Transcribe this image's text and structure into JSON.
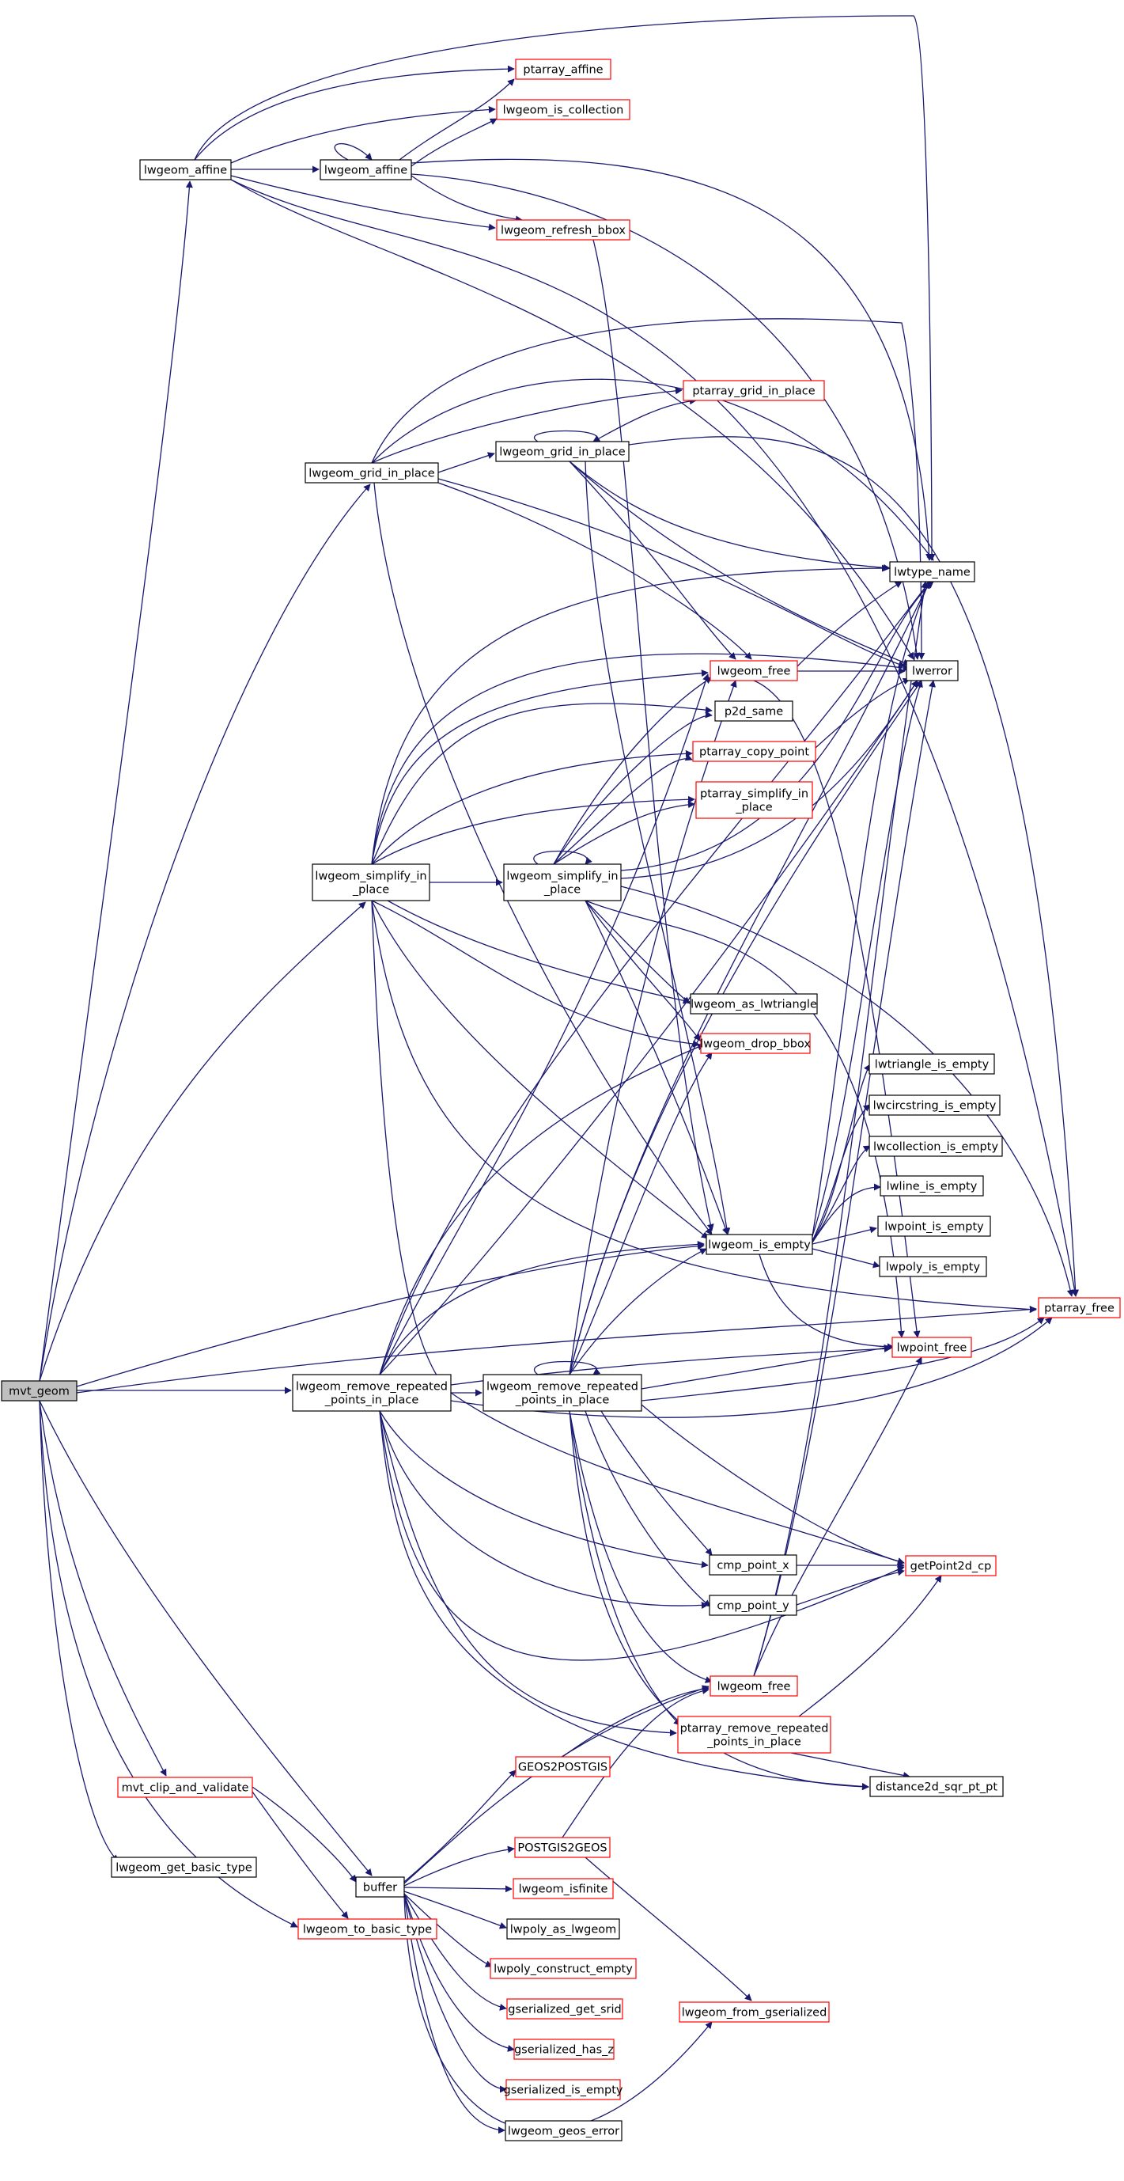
{
  "colors": {
    "edge": "#191970",
    "node_border": "#000000",
    "link_border": "#ff0000",
    "root_fill": "#bfbfbf"
  },
  "nodes": [
    {
      "id": "mvt_geom",
      "lines": [
        "mvt_geom"
      ],
      "style": "root"
    },
    {
      "id": "lwgeom_affine",
      "lines": [
        "lwgeom_affine"
      ],
      "style": "normal"
    },
    {
      "id": "lwgeom_affine2",
      "lines": [
        "lwgeom_affine"
      ],
      "style": "normal"
    },
    {
      "id": "ptarray_affine",
      "lines": [
        "ptarray_affine"
      ],
      "style": "red"
    },
    {
      "id": "lwgeom_is_collection",
      "lines": [
        "lwgeom_is_collection"
      ],
      "style": "red"
    },
    {
      "id": "lwgeom_refresh_bbox",
      "lines": [
        "lwgeom_refresh_bbox"
      ],
      "style": "red"
    },
    {
      "id": "lwgeom_grid_in_place",
      "lines": [
        "lwgeom_grid_in_place"
      ],
      "style": "normal"
    },
    {
      "id": "lwgeom_grid_in_place2",
      "lines": [
        "lwgeom_grid_in_place"
      ],
      "style": "normal"
    },
    {
      "id": "ptarray_grid_in_place",
      "lines": [
        "ptarray_grid_in_place"
      ],
      "style": "red"
    },
    {
      "id": "lwtype_name",
      "lines": [
        "lwtype_name"
      ],
      "style": "normal"
    },
    {
      "id": "lwgeom_free",
      "lines": [
        "lwgeom_free"
      ],
      "style": "red"
    },
    {
      "id": "lwerror",
      "lines": [
        "lwerror"
      ],
      "style": "normal"
    },
    {
      "id": "p2d_same",
      "lines": [
        "p2d_same"
      ],
      "style": "normal"
    },
    {
      "id": "ptarray_copy_point",
      "lines": [
        "ptarray_copy_point"
      ],
      "style": "red"
    },
    {
      "id": "ptarray_simplify_in_place",
      "lines": [
        "ptarray_simplify_in",
        "_place"
      ],
      "style": "red"
    },
    {
      "id": "lwgeom_simplify_in_place",
      "lines": [
        "lwgeom_simplify_in",
        "_place"
      ],
      "style": "normal"
    },
    {
      "id": "lwgeom_simplify_in_place2",
      "lines": [
        "lwgeom_simplify_in",
        "_place"
      ],
      "style": "normal"
    },
    {
      "id": "lwgeom_as_lwtriangle",
      "lines": [
        "lwgeom_as_lwtriangle"
      ],
      "style": "normal"
    },
    {
      "id": "lwgeom_drop_bbox",
      "lines": [
        "lwgeom_drop_bbox"
      ],
      "style": "red"
    },
    {
      "id": "lwtriangle_is_empty",
      "lines": [
        "lwtriangle_is_empty"
      ],
      "style": "normal"
    },
    {
      "id": "lwcircstring_is_empty",
      "lines": [
        "lwcircstring_is_empty"
      ],
      "style": "normal"
    },
    {
      "id": "lwcollection_is_empty",
      "lines": [
        "lwcollection_is_empty"
      ],
      "style": "normal"
    },
    {
      "id": "lwline_is_empty",
      "lines": [
        "lwline_is_empty"
      ],
      "style": "normal"
    },
    {
      "id": "lwgeom_is_empty",
      "lines": [
        "lwgeom_is_empty"
      ],
      "style": "normal"
    },
    {
      "id": "lwpoint_is_empty",
      "lines": [
        "lwpoint_is_empty"
      ],
      "style": "normal"
    },
    {
      "id": "lwpoly_is_empty",
      "lines": [
        "lwpoly_is_empty"
      ],
      "style": "normal"
    },
    {
      "id": "ptarray_free",
      "lines": [
        "ptarray_free"
      ],
      "style": "red"
    },
    {
      "id": "lwpoint_free",
      "lines": [
        "lwpoint_free"
      ],
      "style": "red"
    },
    {
      "id": "lwgeom_remove_repeated_points_in_place",
      "lines": [
        "lwgeom_remove_repeated",
        "_points_in_place"
      ],
      "style": "normal"
    },
    {
      "id": "lwgeom_remove_repeated_points_in_place2",
      "lines": [
        "lwgeom_remove_repeated",
        "_points_in_place"
      ],
      "style": "normal"
    },
    {
      "id": "cmp_point_x",
      "lines": [
        "cmp_point_x"
      ],
      "style": "normal"
    },
    {
      "id": "getPoint2d_cp",
      "lines": [
        "getPoint2d_cp"
      ],
      "style": "red"
    },
    {
      "id": "cmp_point_y",
      "lines": [
        "cmp_point_y"
      ],
      "style": "normal"
    },
    {
      "id": "lwgeom_free2",
      "lines": [
        "lwgeom_free"
      ],
      "style": "red"
    },
    {
      "id": "ptarray_remove_repeated_points_in_place",
      "lines": [
        "ptarray_remove_repeated",
        "_points_in_place"
      ],
      "style": "red"
    },
    {
      "id": "GEOS2POSTGIS",
      "lines": [
        "GEOS2POSTGIS"
      ],
      "style": "red"
    },
    {
      "id": "distance2d_sqr_pt_pt",
      "lines": [
        "distance2d_sqr_pt_pt"
      ],
      "style": "normal"
    },
    {
      "id": "mvt_clip_and_validate",
      "lines": [
        "mvt_clip_and_validate"
      ],
      "style": "red"
    },
    {
      "id": "POSTGIS2GEOS",
      "lines": [
        "POSTGIS2GEOS"
      ],
      "style": "red"
    },
    {
      "id": "lwgeom_get_basic_type",
      "lines": [
        "lwgeom_get_basic_type"
      ],
      "style": "normal"
    },
    {
      "id": "buffer",
      "lines": [
        "buffer"
      ],
      "style": "normal"
    },
    {
      "id": "lwgeom_isfinite",
      "lines": [
        "lwgeom_isfinite"
      ],
      "style": "red"
    },
    {
      "id": "lwgeom_to_basic_type",
      "lines": [
        "lwgeom_to_basic_type"
      ],
      "style": "red"
    },
    {
      "id": "lwpoly_as_lwgeom",
      "lines": [
        "lwpoly_as_lwgeom"
      ],
      "style": "normal"
    },
    {
      "id": "lwpoly_construct_empty",
      "lines": [
        "lwpoly_construct_empty"
      ],
      "style": "red"
    },
    {
      "id": "lwgeom_from_gserialized",
      "lines": [
        "lwgeom_from_gserialized"
      ],
      "style": "red"
    },
    {
      "id": "gserialized_get_srid",
      "lines": [
        "gserialized_get_srid"
      ],
      "style": "red"
    },
    {
      "id": "gserialized_has_z",
      "lines": [
        "gserialized_has_z"
      ],
      "style": "red"
    },
    {
      "id": "gserialized_is_empty",
      "lines": [
        "gserialized_is_empty"
      ],
      "style": "red"
    },
    {
      "id": "lwgeom_geos_error",
      "lines": [
        "lwgeom_geos_error"
      ],
      "style": "normal"
    }
  ]
}
